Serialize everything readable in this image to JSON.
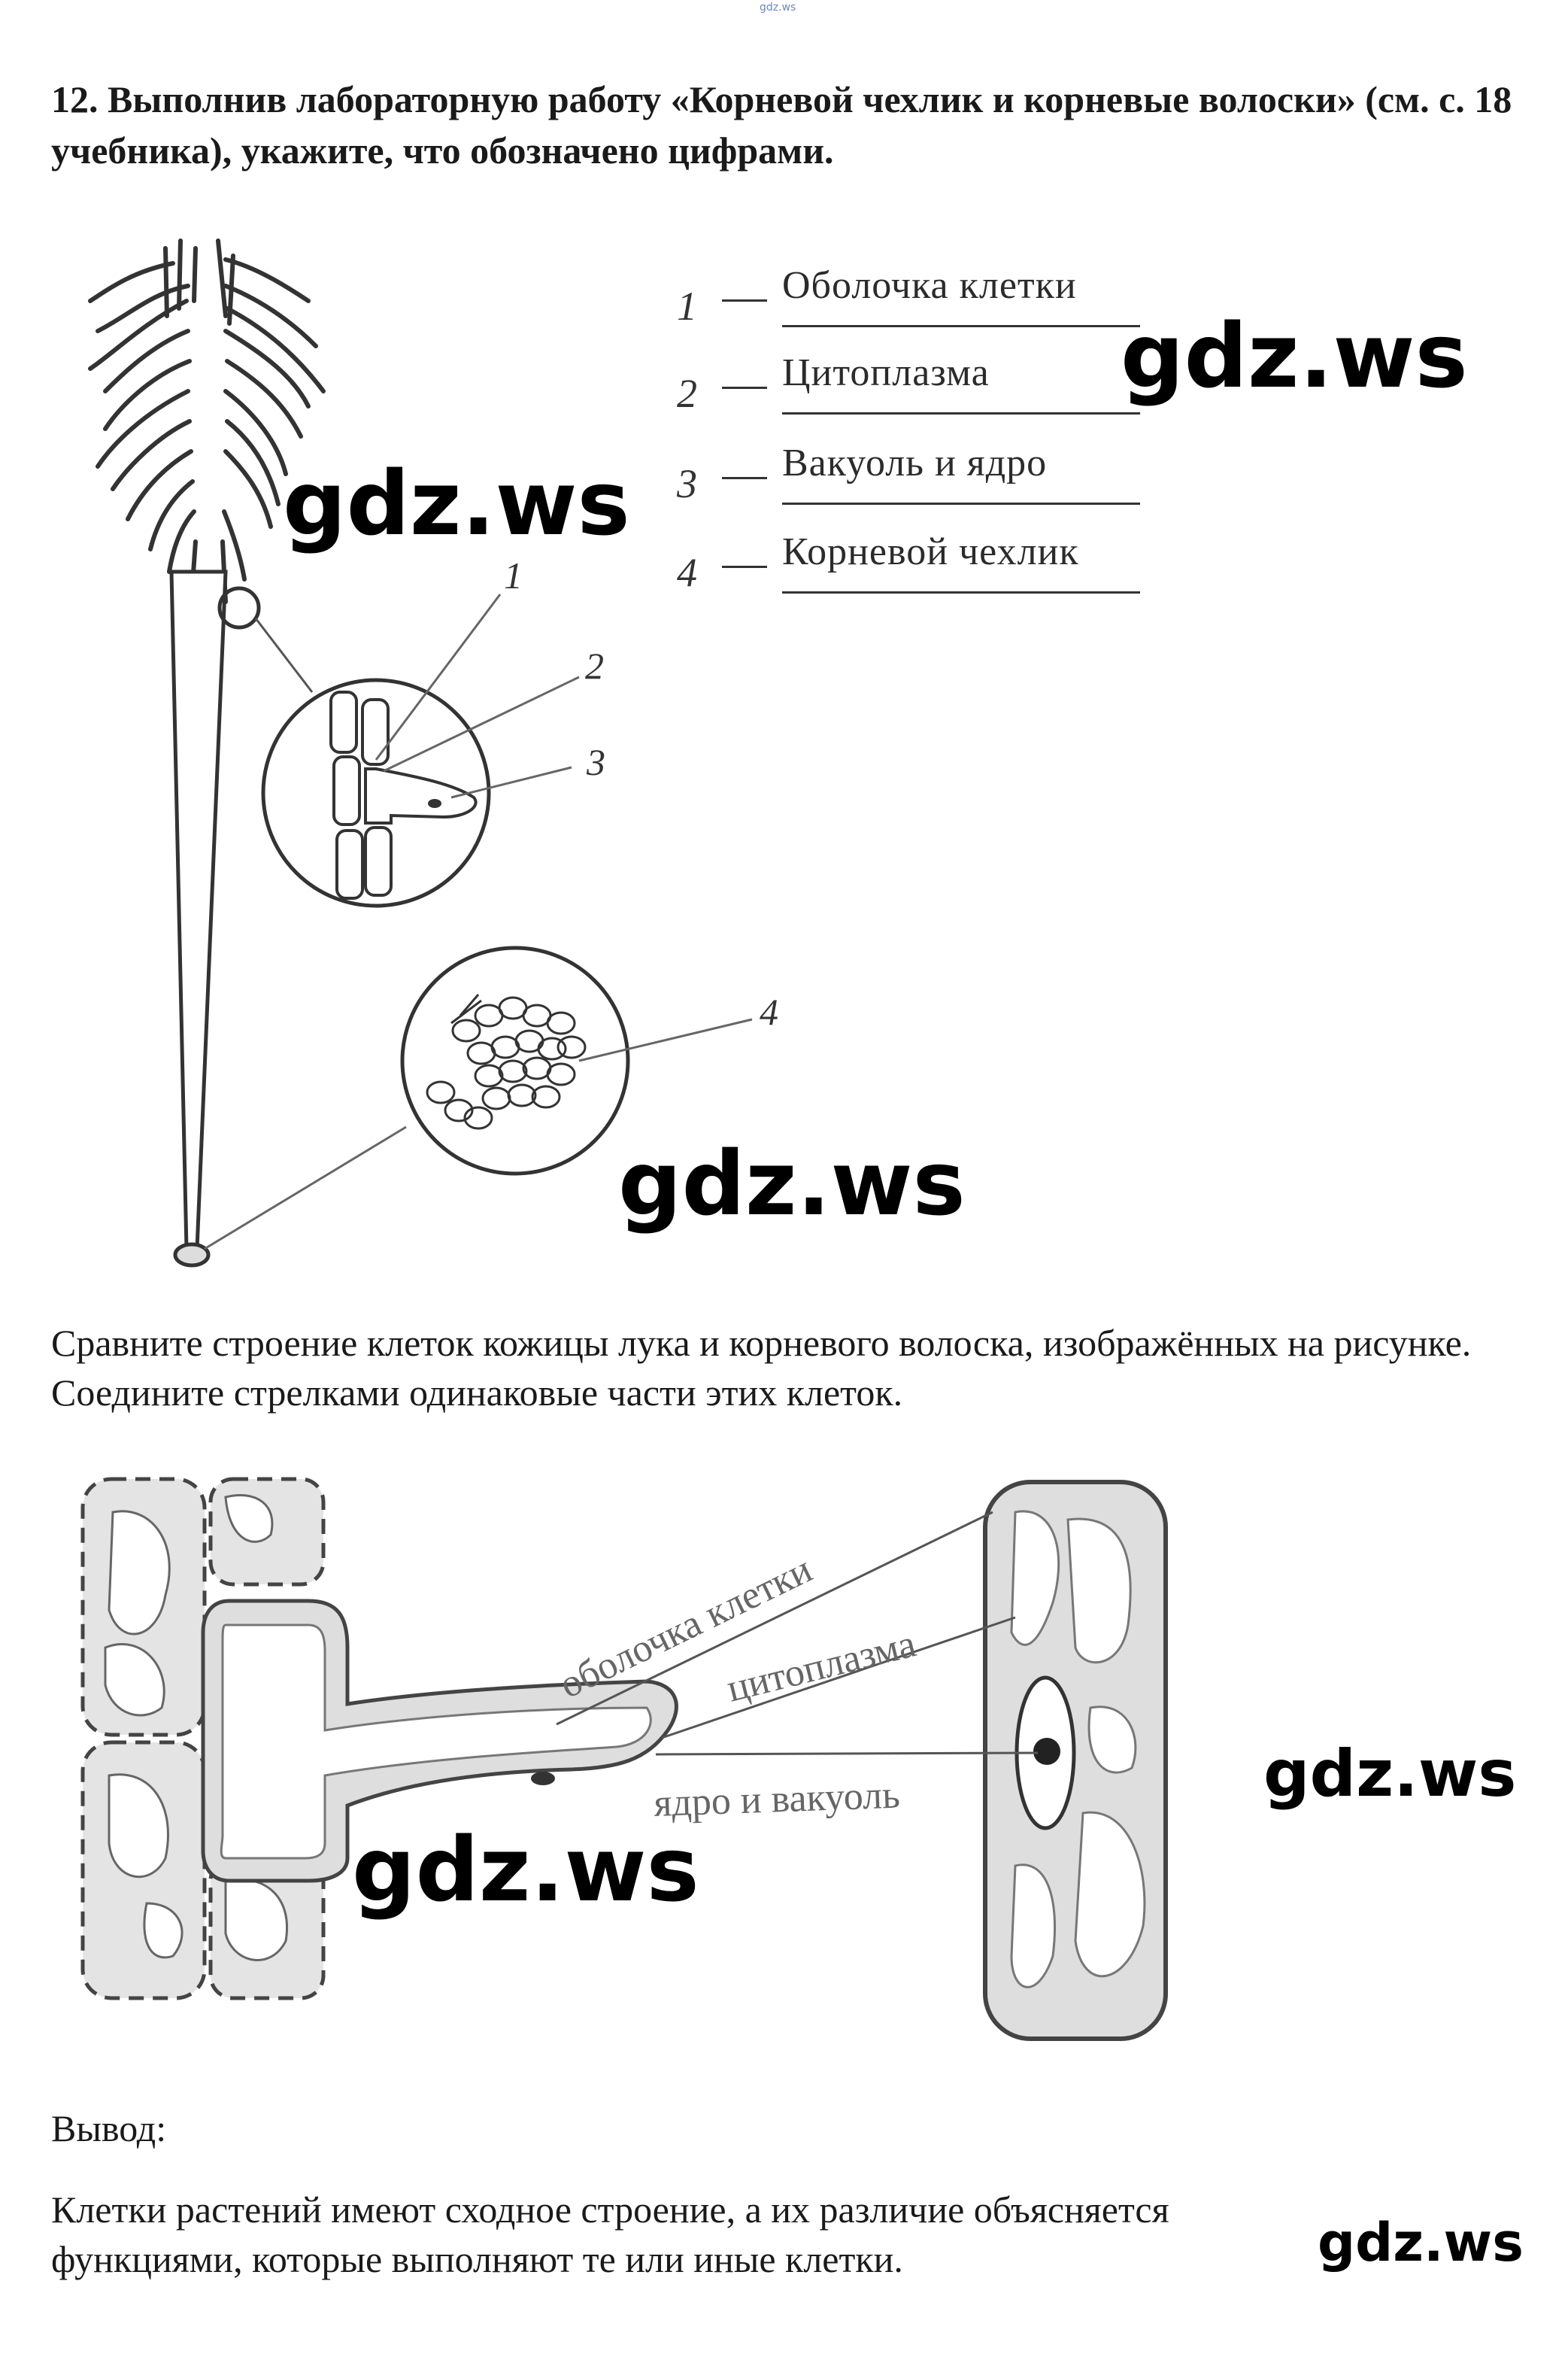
{
  "top_mark": "gdz.ws",
  "task": {
    "heading": "12. Выполнив лабораторную работу «Корневой чехлик и корневые волоски» (см. с. 18 учебника), укажите, что обозначено цифрами."
  },
  "answers": [
    {
      "num": "1",
      "text": "Оболочка клетки"
    },
    {
      "num": "2",
      "text": "Цитоплазма"
    },
    {
      "num": "3",
      "text": "Вакуоль и ядро"
    },
    {
      "num": "4",
      "text": "Корневой чехлик"
    }
  ],
  "root_figure": {
    "callouts": [
      "1",
      "2",
      "3",
      "4"
    ]
  },
  "compare": {
    "instruction": "Сравните строение клеток кожицы лука и корневого волоска, изображённых на рисунке. Соедините стрелками одинаковые части этих клеток.",
    "labels": [
      "оболочка клетки",
      "цитоплазма",
      "ядро и вакуоль"
    ]
  },
  "conclusion": {
    "title": "Вывод:",
    "text": "Клетки растений имеют сходное строение, а их различие объясняется функциями, которые выполняют те или иные клетки."
  },
  "watermarks": [
    "gdz.ws",
    "gdz.ws",
    "gdz.ws",
    "gdz.ws",
    "gdz.ws",
    "gdz.ws"
  ]
}
